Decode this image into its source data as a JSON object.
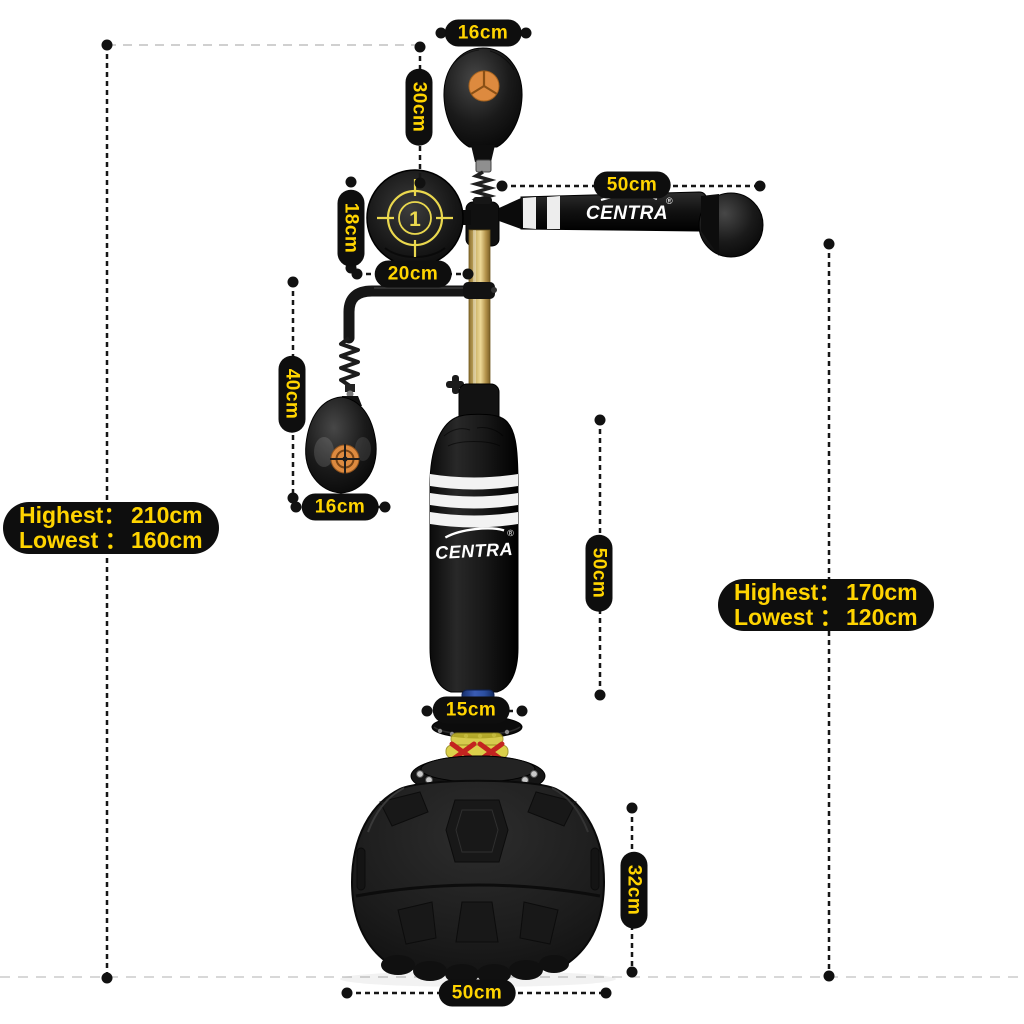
{
  "product": {
    "arm_logo": "CENTRA",
    "bag_logo": "CENTRA",
    "registered_mark": "®",
    "pad_number": "1"
  },
  "measurements": {
    "top_ball_width": "16cm",
    "top_ball_height": "30cm",
    "pad_height": "18cm",
    "pad_offset": "20cm",
    "arm_length": "50cm",
    "lower_ball_drop": "40cm",
    "lower_ball_width": "16cm",
    "bag_height": "50cm",
    "spring_width": "15cm",
    "base_height": "32cm",
    "base_width": "50cm"
  },
  "badges": {
    "left": {
      "line1_label": "Highest：",
      "line1_value": "210cm",
      "line2_label": "Lowest ：",
      "line2_value": "160cm"
    },
    "right": {
      "line1_label": "Highest：",
      "line1_value": "170cm",
      "line2_label": "Lowest ：",
      "line2_value": "120cm"
    }
  },
  "colors": {
    "accent_yellow": "#ffd400",
    "label_background": "#0e0e0e",
    "orange_target": "#dd8a3f",
    "gold_pole": "#cdb468",
    "blue_connector": "#2b4fa0",
    "spring_yellow": "#d8cc37",
    "clamp_red": "#c32420",
    "guide_gray": "#d4d4d4",
    "stripe_white": "#f2f2f2"
  }
}
